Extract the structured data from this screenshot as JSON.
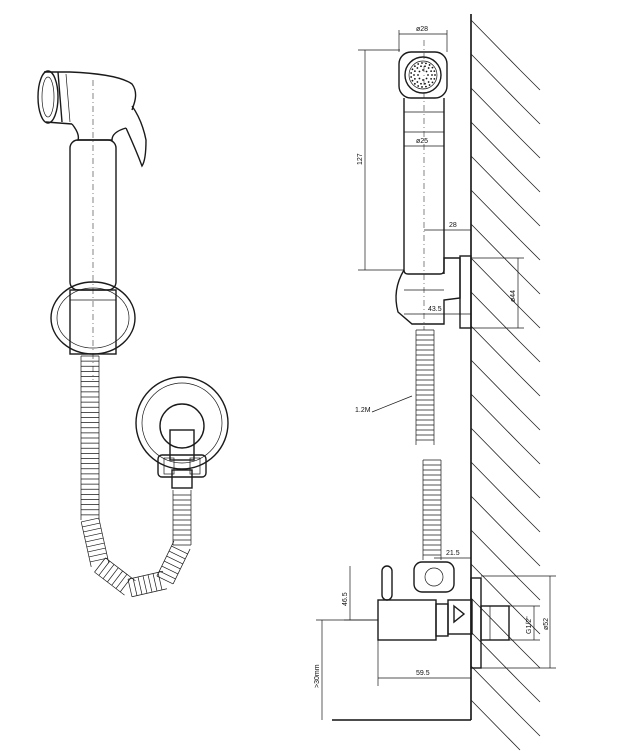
{
  "dimensions": {
    "head_diameter": "ø28",
    "body_diameter": "ø25",
    "height": "127",
    "wall_offset": "28",
    "holder_diameter": "ø44",
    "holder_depth": "43.5",
    "hose_length": "1.2M",
    "valve_offset": "21.5",
    "valve_height": "46.5",
    "thread": "G1/2\"",
    "flange_diameter": "ø52",
    "valve_depth": "59.5",
    "floor_clearance": ">30mm"
  }
}
